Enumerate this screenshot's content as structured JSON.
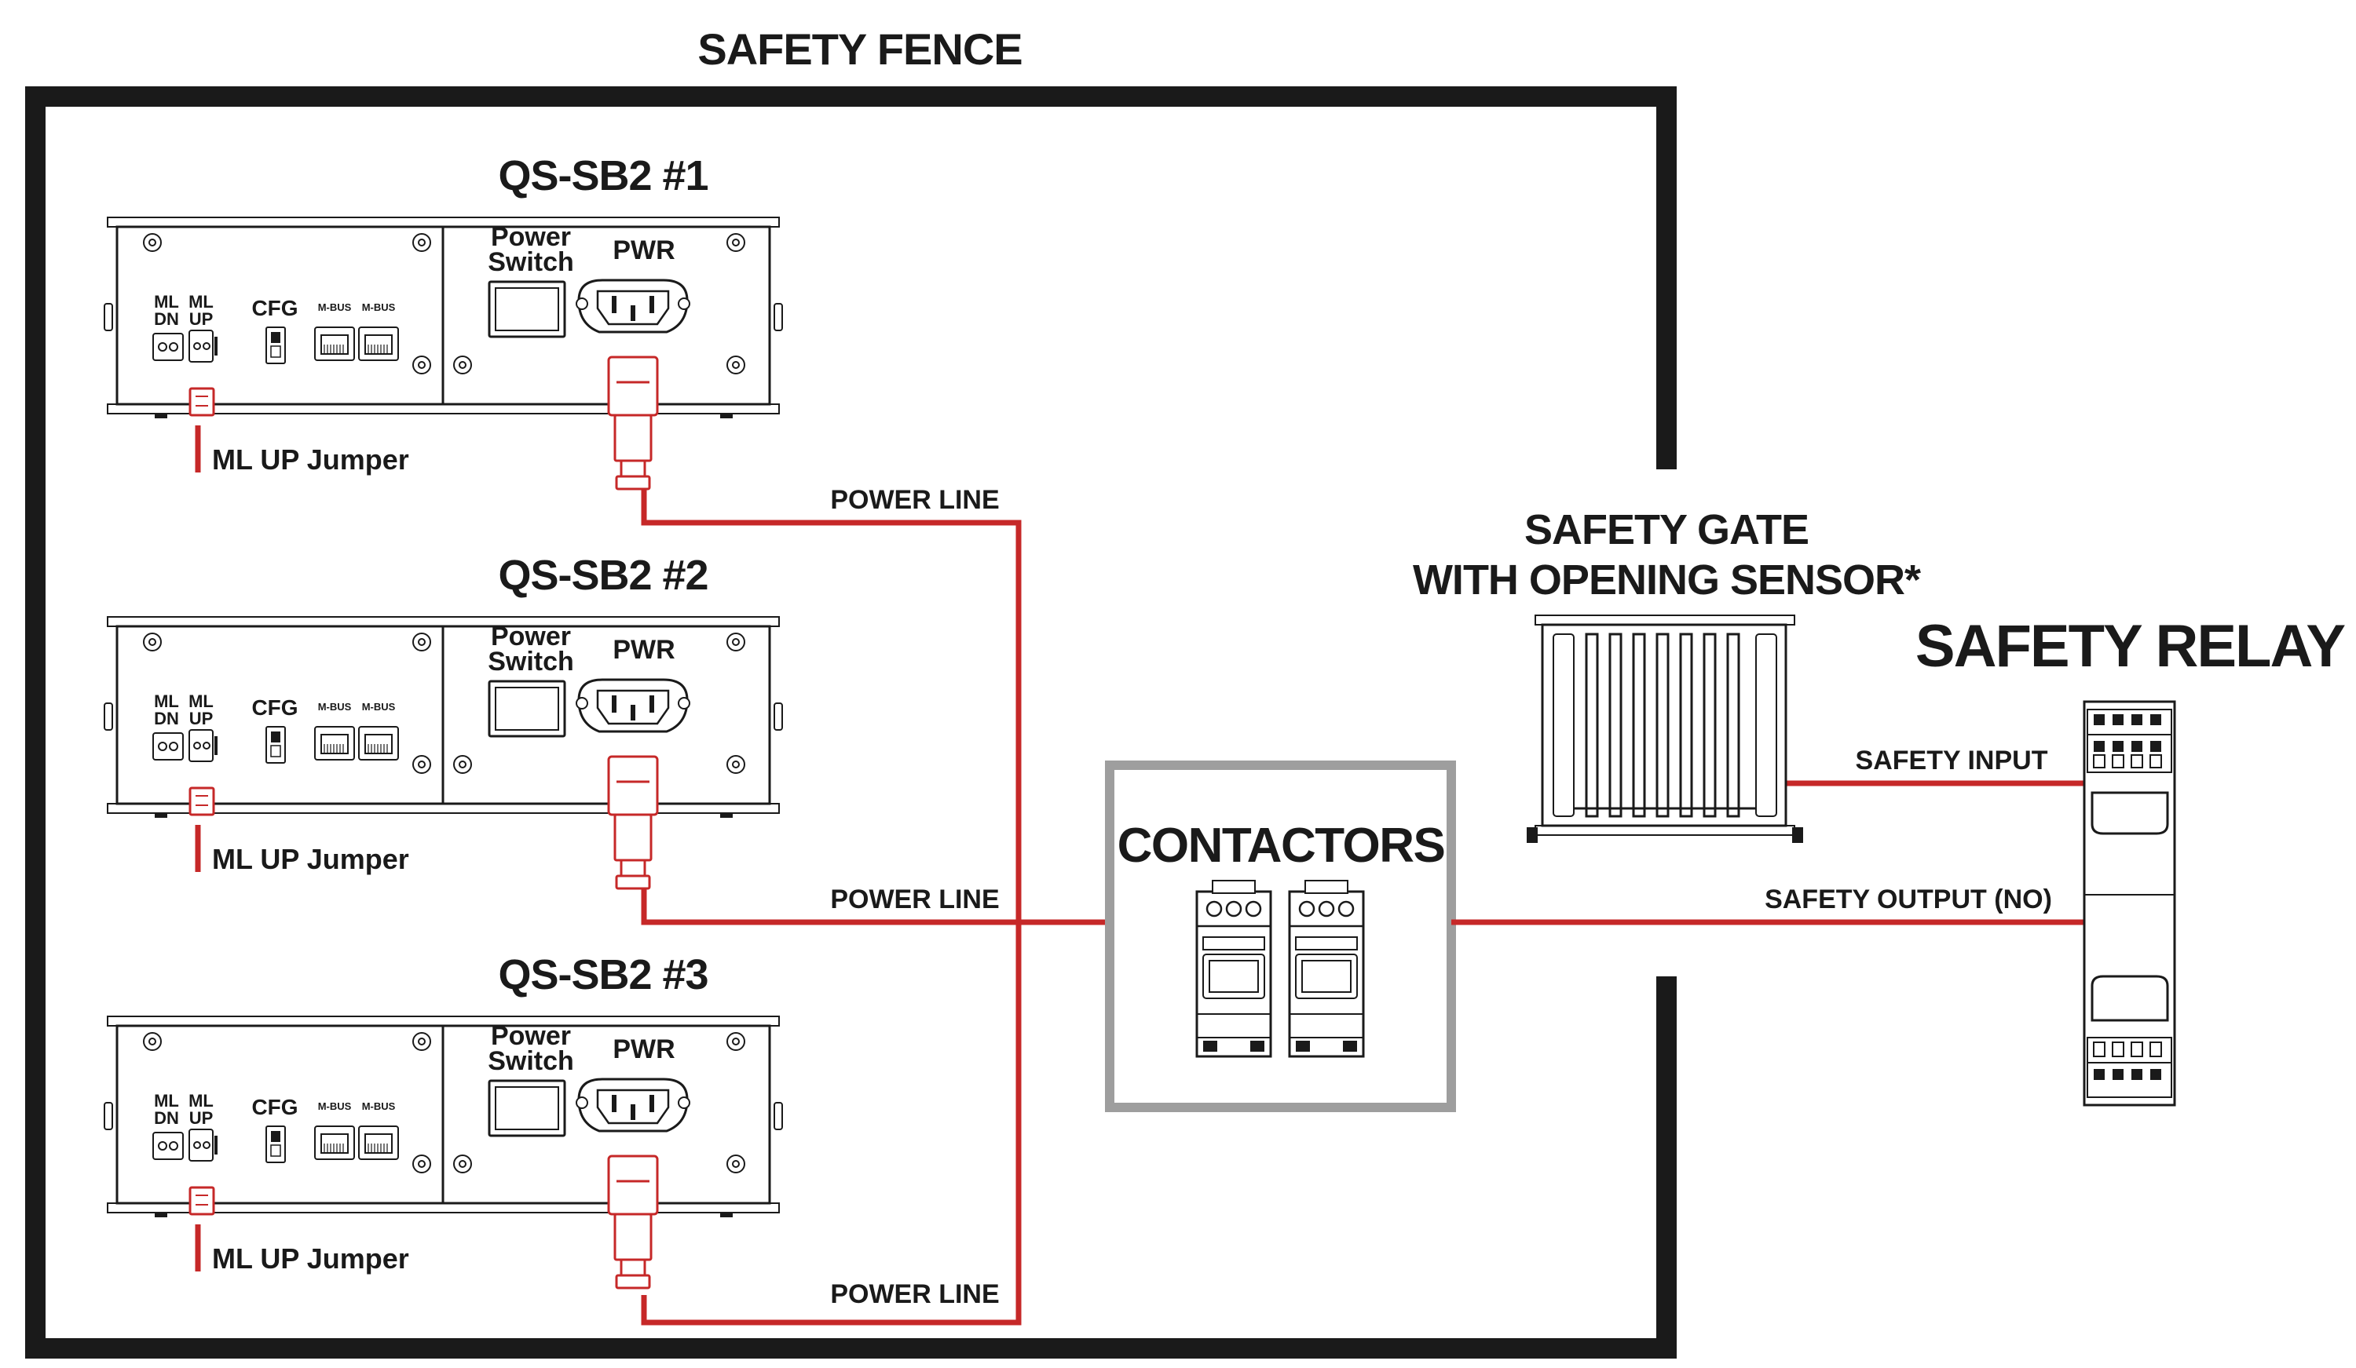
{
  "fence": {
    "label": "SAFETY FENCE"
  },
  "units": [
    {
      "title": "QS-SB2 #1",
      "power_switch_line1": "Power",
      "power_switch_line2": "Switch",
      "pwr": "PWR",
      "ml_dn_1": "ML",
      "ml_dn_2": "DN",
      "ml_up_1": "ML",
      "ml_up_2": "UP",
      "cfg": "CFG",
      "mbus_1": "M-BUS",
      "mbus_2": "M-BUS",
      "jumper": "ML UP Jumper",
      "power_line": "POWER LINE"
    },
    {
      "title": "QS-SB2 #2",
      "power_switch_line1": "Power",
      "power_switch_line2": "Switch",
      "pwr": "PWR",
      "ml_dn_1": "ML",
      "ml_dn_2": "DN",
      "ml_up_1": "ML",
      "ml_up_2": "UP",
      "cfg": "CFG",
      "mbus_1": "M-BUS",
      "mbus_2": "M-BUS",
      "jumper": "ML UP Jumper",
      "power_line": "POWER LINE"
    },
    {
      "title": "QS-SB2 #3",
      "power_switch_line1": "Power",
      "power_switch_line2": "Switch",
      "pwr": "PWR",
      "ml_dn_1": "ML",
      "ml_dn_2": "DN",
      "ml_up_1": "ML",
      "ml_up_2": "UP",
      "cfg": "CFG",
      "mbus_1": "M-BUS",
      "mbus_2": "M-BUS",
      "jumper": "ML UP Jumper",
      "power_line": "POWER LINE"
    }
  ],
  "contactors": {
    "label": "CONTACTORS"
  },
  "gate": {
    "line1": "SAFETY GATE",
    "line2": "WITH OPENING SENSOR*"
  },
  "relay": {
    "label": "SAFETY RELAY",
    "input": "SAFETY INPUT",
    "output": "SAFETY OUTPUT (NO)"
  },
  "colors": {
    "wire": "#c62828",
    "fence": "#1a1a1a",
    "contactor_box": "#9e9e9e"
  }
}
